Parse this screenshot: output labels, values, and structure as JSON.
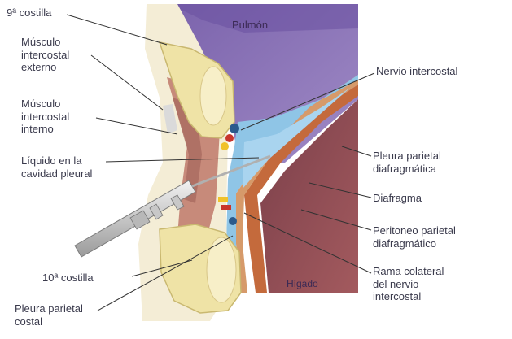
{
  "labels": {
    "rib9": "9ª costilla",
    "external_intercostal": "Músculo\nintercostal\nexterno",
    "internal_intercostal": "Músculo\nintercostal\ninterno",
    "pleural_fluid": "Líquido en la\ncavidad pleural",
    "rib10": "10ª costilla",
    "costal_parietal_pleura": "Pleura parietal\ncostal",
    "intercostal_nerve": "Nervio intercostal",
    "diaphragmatic_parietal_pleura": "Pleura parietal\ndiafragmática",
    "diaphragm": "Diafragma",
    "diaphragmatic_parietal_peritoneum": "Peritoneo parietal\ndiafragmático",
    "collateral_branch": "Rama colateral\ndel nervio\nintercostal"
  },
  "organs": {
    "lung": "Pulmón",
    "liver": "Hígado"
  },
  "colors": {
    "lung": "#8a6fb4",
    "lung_top": "#6f56a2",
    "pleural_fluid": "#8fc5e6",
    "diaphragm": "#c46a3c",
    "liver": "#8a4a52",
    "muscle": "#c78a7a",
    "bone": "#efe3a6",
    "bone_marrow": "#f7efc8",
    "skin": "#f3ecd4",
    "needle": "#d8d8d8",
    "nerve_blue": "#2b5a8c",
    "nerve_yellow": "#f0c22a",
    "artery_red": "#c8352c",
    "leader_line": "#333333"
  }
}
